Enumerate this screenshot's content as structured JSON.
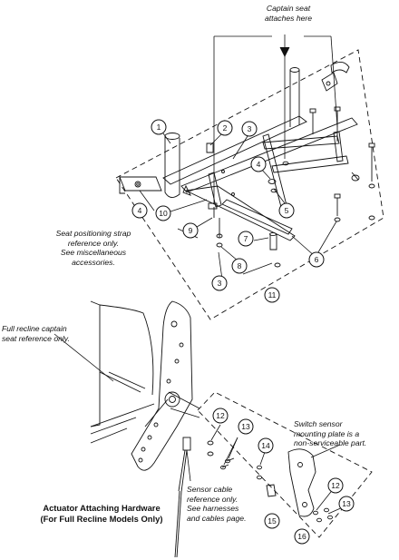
{
  "callouts": {
    "c1": "1",
    "c2": "2",
    "c3a": "3",
    "c3b": "3",
    "c4a": "4",
    "c4b": "4",
    "c5": "5",
    "c6": "6",
    "c7": "7",
    "c8": "8",
    "c9": "9",
    "c10": "10",
    "c11": "11",
    "c12a": "12",
    "c12b": "12",
    "c13a": "13",
    "c13b": "13",
    "c14": "14",
    "c15": "15",
    "c16": "16"
  },
  "notes": {
    "captain_seat": [
      "Captain seat",
      "attaches here"
    ],
    "seat_strap": [
      "Seat positioning strap",
      "reference only.",
      "See miscellaneous",
      "accessories."
    ],
    "full_recline": [
      "Full recline captain",
      "seat reference only."
    ],
    "switch_sensor": [
      "Switch sensor",
      "mounting plate is a",
      "non-serviceable part."
    ],
    "sensor_cable": [
      "Sensor cable",
      "reference only.",
      "See harnesses",
      "and cables page."
    ]
  },
  "title": [
    "Actuator Attaching Hardware",
    "(For Full Recline Models Only)"
  ]
}
